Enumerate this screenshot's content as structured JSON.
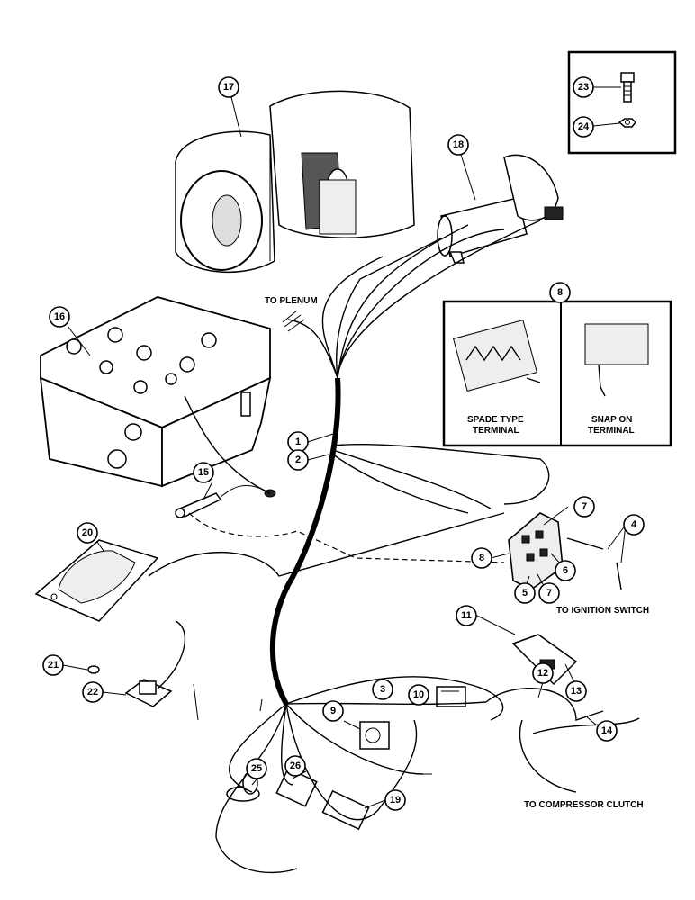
{
  "labels": {
    "to_plenum": "TO PLENUM",
    "spade_type_terminal_1": "SPADE TYPE",
    "spade_type_terminal_2": "TERMINAL",
    "snap_on_terminal_1": "SNAP ON",
    "snap_on_terminal_2": "TERMINAL",
    "to_ignition_switch": "TO IGNITION SWITCH",
    "to_compressor_clutch": "TO COMPRESSOR CLUTCH"
  },
  "callouts": {
    "c1": "1",
    "c2": "2",
    "c3": "3",
    "c4": "4",
    "c5": "5",
    "c6": "6",
    "c7a": "7",
    "c7b": "7",
    "c8a": "8",
    "c8b": "8",
    "c9": "9",
    "c10": "10",
    "c11": "11",
    "c12": "12",
    "c13": "13",
    "c14": "14",
    "c15": "15",
    "c16": "16",
    "c17": "17",
    "c18": "18",
    "c19": "19",
    "c20": "20",
    "c21": "21",
    "c22": "22",
    "c23": "23",
    "c24": "24",
    "c25": "25",
    "c26": "26"
  }
}
